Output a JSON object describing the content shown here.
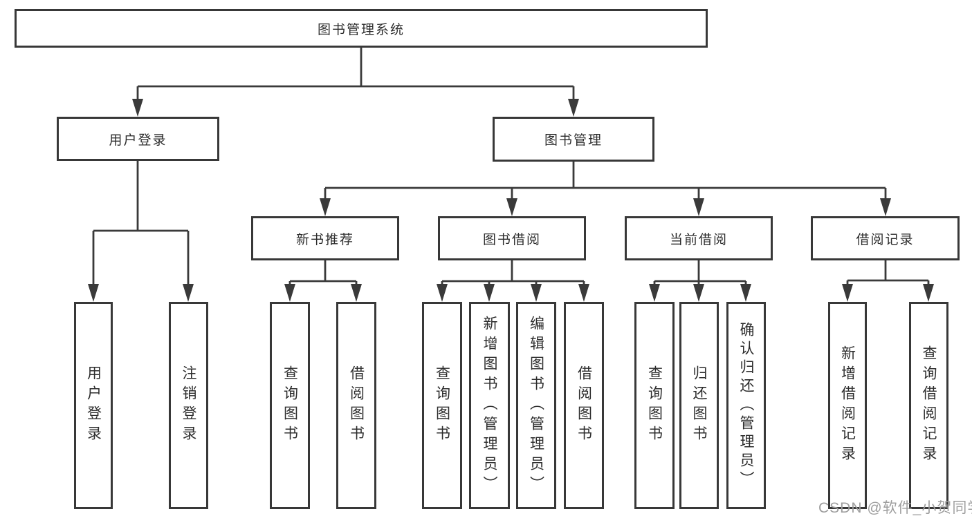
{
  "tree": {
    "label": "图书管理系统",
    "children": [
      {
        "label": "用户登录",
        "children": [
          {
            "label": "用户登录"
          },
          {
            "label": "注销登录"
          }
        ]
      },
      {
        "label": "图书管理",
        "children": [
          {
            "label": "新书推荐",
            "children": [
              {
                "label": "查询图书"
              },
              {
                "label": "借阅图书"
              }
            ]
          },
          {
            "label": "图书借阅",
            "children": [
              {
                "label": "查询图书"
              },
              {
                "label": "新增图书（管理员）"
              },
              {
                "label": "编辑图书（管理员）"
              },
              {
                "label": "借阅图书"
              }
            ]
          },
          {
            "label": "当前借阅",
            "children": [
              {
                "label": "查询图书"
              },
              {
                "label": "归还图书"
              },
              {
                "label": "确认归还（管理员）"
              }
            ]
          },
          {
            "label": "借阅记录",
            "children": [
              {
                "label": "新增借阅记录"
              },
              {
                "label": "查询借阅记录"
              }
            ]
          }
        ]
      }
    ]
  },
  "watermark": {
    "text": "CSDN @软件_小贺同学",
    "color": "#9e9e9e"
  },
  "colors": {
    "background": "#ffffff",
    "line": "#3a3a3a",
    "box_border": "#383838",
    "text": "#2d2d2d"
  }
}
